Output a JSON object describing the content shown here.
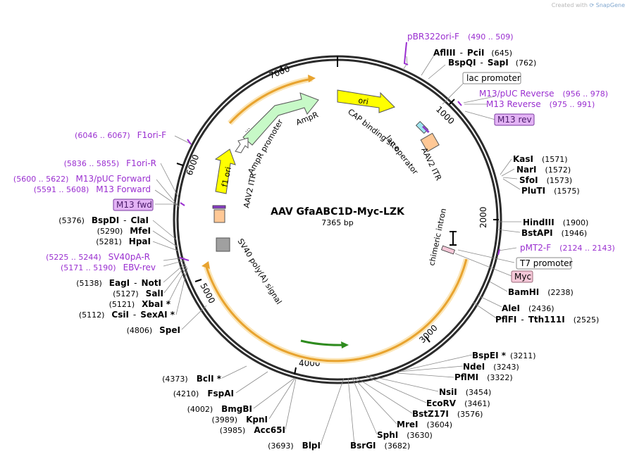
{
  "credit": {
    "prefix": "Created with",
    "brand": "SnapGene"
  },
  "plasmid": {
    "name": "AAV GfaABC1D-Myc-LZK",
    "size_label": "7365 bp"
  },
  "colors": {
    "enzyme": "#000000",
    "primer": "#9a2fd0",
    "feature_yellow": "#ffff00",
    "feature_green": "#c7f9c7",
    "promoter_white": "#ffffff",
    "itr_orange": "#ffc896",
    "polyA_gray": "#a0a0a0",
    "orf_orange": "#e8a32f",
    "arrow_green": "#2e8b1e",
    "tag_lilac": "#e3b3f5",
    "tag_pink": "#f5c8d8"
  },
  "ticks": [
    "1000",
    "2000",
    "3000",
    "4000",
    "5000",
    "6000",
    "7000"
  ],
  "enzymes": [
    {
      "name": "AflIII",
      "name2": "PciI",
      "pos": "(645)"
    },
    {
      "name": "BspQI",
      "name2": "SapI",
      "pos": "(762)"
    },
    {
      "name": "KasI",
      "pos": "(1571)"
    },
    {
      "name": "NarI",
      "pos": "(1572)"
    },
    {
      "name": "SfoI",
      "pos": "(1573)"
    },
    {
      "name": "PluTI",
      "pos": "(1575)"
    },
    {
      "name": "HindIII",
      "pos": "(1900)"
    },
    {
      "name": "BstAPI",
      "pos": "(1946)"
    },
    {
      "name": "BamHI",
      "pos": "(2238)"
    },
    {
      "name": "AleI",
      "pos": "(2436)"
    },
    {
      "name": "PflFI",
      "name2": "Tth111I",
      "pos": "(2525)"
    },
    {
      "name": "BspEI *",
      "pos": "(3211)"
    },
    {
      "name": "NdeI",
      "pos": "(3243)"
    },
    {
      "name": "PflMI",
      "pos": "(3322)"
    },
    {
      "name": "NsiI",
      "pos": "(3454)"
    },
    {
      "name": "EcoRV",
      "pos": "(3461)"
    },
    {
      "name": "BstZ17I",
      "pos": "(3576)"
    },
    {
      "name": "MreI",
      "pos": "(3604)"
    },
    {
      "name": "SphI",
      "pos": "(3630)"
    },
    {
      "name": "BsrGI",
      "pos": "(3682)"
    },
    {
      "name": "BlpI",
      "pos": "(3693)"
    },
    {
      "name": "Acc65I",
      "pos": "(3985)"
    },
    {
      "name": "KpnI",
      "pos": "(3989)"
    },
    {
      "name": "BmgBI",
      "pos": "(4002)"
    },
    {
      "name": "FspAI",
      "pos": "(4210)"
    },
    {
      "name": "BclI *",
      "pos": "(4373)"
    },
    {
      "name": "SpeI",
      "pos": "(4806)"
    },
    {
      "name": "CsiI",
      "name2": "SexAI *",
      "pos": "(5112)"
    },
    {
      "name": "XbaI *",
      "pos": "(5121)"
    },
    {
      "name": "SalI",
      "pos": "(5127)"
    },
    {
      "name": "EagI",
      "name2": "NotI",
      "pos": "(5138)"
    },
    {
      "name": "HpaI",
      "pos": "(5281)"
    },
    {
      "name": "MfeI",
      "pos": "(5290)"
    },
    {
      "name": "BspDI",
      "name2": "ClaI",
      "pos": "(5376)"
    }
  ],
  "primers": [
    {
      "name": "pBR322ori-F",
      "pos": "(490 .. 509)"
    },
    {
      "name": "M13/pUC Reverse",
      "pos": "(956 .. 978)"
    },
    {
      "name": "M13 Reverse",
      "pos": "(975 .. 991)"
    },
    {
      "name": "pMT2-F",
      "pos": "(2124 .. 2143)"
    },
    {
      "name": "EBV-rev",
      "pos": "(5171 .. 5190)"
    },
    {
      "name": "SV40pA-R",
      "pos": "(5225 .. 5244)"
    },
    {
      "name": "M13 Forward",
      "pos": "(5591 .. 5608)"
    },
    {
      "name": "M13/pUC Forward",
      "pos": "(5600 .. 5622)"
    },
    {
      "name": "F1ori-R",
      "pos": "(5836 .. 5855)"
    },
    {
      "name": "F1ori-F",
      "pos": "(6046 .. 6067)"
    }
  ],
  "boxed_labels": {
    "lac_promoter": "lac promoter",
    "m13_rev": "M13 rev",
    "t7_promoter": "T7 promoter",
    "myc": "Myc",
    "m13_fwd": "M13 fwd"
  },
  "features": {
    "ori": "ori",
    "cap": "CAP binding site",
    "lac_operator": "lac operator",
    "aav2_itr": "AAV2 ITR",
    "chimeric_intron": "chimeric intron",
    "sv40": "SV40 poly(A) signal",
    "ampr_promoter": "AmpR promoter",
    "ampr": "AmpR",
    "f1_ori": "f1 ori"
  }
}
